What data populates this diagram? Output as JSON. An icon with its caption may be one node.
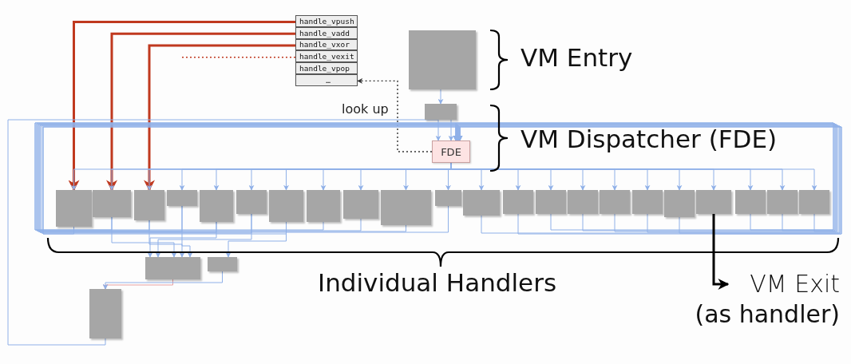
{
  "diagram": {
    "nodes": [
      {
        "text": [
          "handle_vpush"
        ]
      },
      {
        "text": [
          "handle_vadd"
        ]
      },
      {
        "text": [
          "handle_vxor"
        ]
      },
      {
        "text": [
          "handle_vexit"
        ]
      },
      {
        "text": [
          "handle_vpop"
        ]
      },
      {
        "text": [
          "…"
        ]
      },
      {
        "text": [],
        "shape": "box"
      },
      {
        "text": [],
        "shape": "box"
      },
      {
        "text": [
          "FDE"
        ]
      },
      {
        "text": [],
        "shape": "box"
      },
      {
        "text": [],
        "shape": "box"
      },
      {
        "text": [],
        "shape": "box"
      },
      {
        "text": [],
        "shape": "box"
      },
      {
        "text": [],
        "shape": "box"
      },
      {
        "text": [],
        "shape": "box"
      },
      {
        "text": [],
        "shape": "box"
      },
      {
        "text": [],
        "shape": "box"
      },
      {
        "text": [],
        "shape": "box"
      },
      {
        "text": [],
        "shape": "box"
      },
      {
        "text": [],
        "shape": "box"
      },
      {
        "text": [],
        "shape": "box"
      },
      {
        "text": [],
        "shape": "box"
      },
      {
        "text": [],
        "shape": "box"
      },
      {
        "text": [],
        "shape": "box"
      },
      {
        "text": [],
        "shape": "box"
      },
      {
        "text": [],
        "shape": "box"
      },
      {
        "text": [],
        "shape": "box"
      },
      {
        "text": [],
        "shape": "box"
      },
      {
        "text": [],
        "shape": "box"
      },
      {
        "text": [],
        "shape": "box"
      },
      {
        "text": [],
        "shape": "box"
      },
      {
        "text": [],
        "shape": "box"
      },
      {
        "text": [],
        "shape": "box"
      },
      {
        "text": [],
        "shape": "box"
      },
      {
        "text": [
          "VM Exit"
        ],
        "beside": [
          "(as handler)"
        ]
      }
    ],
    "edges": [
      {
        "from": 0,
        "to": 9,
        "arrow": "to",
        "style": "thick",
        "color": "#c0391f"
      },
      {
        "from": 1,
        "to": 10,
        "arrow": "to",
        "style": "thick",
        "color": "#c0391f"
      },
      {
        "from": 2,
        "to": 11,
        "arrow": "to",
        "style": "thick",
        "color": "#c0391f"
      },
      {
        "from": 3,
        "to": null,
        "arrow": "none",
        "style": "dashed",
        "color": "#c0391f"
      },
      {
        "from": 8,
        "to": 5,
        "arrow": "to",
        "style": "dashed",
        "color": "#333333",
        "label": "look up"
      },
      {
        "from": 6,
        "to": 7,
        "arrow": "to"
      },
      {
        "from": 7,
        "to": 8,
        "arrow": "to"
      },
      {
        "from": 8,
        "to": 9,
        "arrow": "to"
      },
      {
        "from": 8,
        "to": 10,
        "arrow": "to"
      },
      {
        "from": 8,
        "to": 11,
        "arrow": "to"
      },
      {
        "from": 8,
        "to": 12,
        "arrow": "to"
      },
      {
        "from": 8,
        "to": 13,
        "arrow": "to"
      },
      {
        "from": 8,
        "to": 14,
        "arrow": "to"
      },
      {
        "from": 8,
        "to": 15,
        "arrow": "to"
      },
      {
        "from": 8,
        "to": 16,
        "arrow": "to"
      },
      {
        "from": 8,
        "to": 17,
        "arrow": "to"
      },
      {
        "from": 8,
        "to": 18,
        "arrow": "to"
      },
      {
        "from": 8,
        "to": 19,
        "arrow": "to"
      },
      {
        "from": 8,
        "to": 20,
        "arrow": "to"
      },
      {
        "from": 8,
        "to": 21,
        "arrow": "to"
      },
      {
        "from": 8,
        "to": 22,
        "arrow": "to"
      },
      {
        "from": 8,
        "to": 23,
        "arrow": "to"
      },
      {
        "from": 8,
        "to": 24,
        "arrow": "to"
      },
      {
        "from": 8,
        "to": 25,
        "arrow": "to"
      },
      {
        "from": 8,
        "to": 26,
        "arrow": "to"
      },
      {
        "from": 8,
        "to": 27,
        "arrow": "to"
      },
      {
        "from": 8,
        "to": 28,
        "arrow": "to"
      },
      {
        "from": 8,
        "to": 29,
        "arrow": "to"
      },
      {
        "from": 8,
        "to": 30,
        "arrow": "to"
      },
      {
        "from": 9,
        "to": 8,
        "arrow": "to"
      },
      {
        "from": 10,
        "to": 8,
        "arrow": "to"
      },
      {
        "from": 11,
        "to": 8,
        "arrow": "to"
      },
      {
        "from": 12,
        "to": 8,
        "arrow": "to"
      },
      {
        "from": 13,
        "to": 8,
        "arrow": "to"
      },
      {
        "from": 14,
        "to": 8,
        "arrow": "to"
      },
      {
        "from": 15,
        "to": 8,
        "arrow": "to"
      },
      {
        "from": 16,
        "to": 8,
        "arrow": "to"
      },
      {
        "from": 17,
        "to": 8,
        "arrow": "to"
      },
      {
        "from": 18,
        "to": 8,
        "arrow": "to"
      },
      {
        "from": 19,
        "to": 8,
        "arrow": "to"
      },
      {
        "from": 20,
        "to": 8,
        "arrow": "to"
      },
      {
        "from": 21,
        "to": 8,
        "arrow": "to"
      },
      {
        "from": 22,
        "to": 8,
        "arrow": "to"
      },
      {
        "from": 23,
        "to": 8,
        "arrow": "to"
      },
      {
        "from": 24,
        "to": 8,
        "arrow": "to"
      },
      {
        "from": 25,
        "to": 8,
        "arrow": "to"
      },
      {
        "from": 26,
        "to": 8,
        "arrow": "to"
      },
      {
        "from": 27,
        "to": 8,
        "arrow": "to"
      },
      {
        "from": 28,
        "to": 8,
        "arrow": "to"
      },
      {
        "from": 29,
        "to": 8,
        "arrow": "to"
      },
      {
        "from": 30,
        "to": 8,
        "arrow": "to"
      },
      {
        "from": 10,
        "to": 31,
        "arrow": "to"
      },
      {
        "from": 11,
        "to": 31,
        "arrow": "to"
      },
      {
        "from": 12,
        "to": 31,
        "arrow": "to"
      },
      {
        "from": 13,
        "to": 31,
        "arrow": "to"
      },
      {
        "from": 14,
        "to": 31,
        "arrow": "to"
      },
      {
        "from": 15,
        "to": 32,
        "arrow": "to"
      },
      {
        "from": 31,
        "to": 33,
        "arrow": "to",
        "color": "#e8a0a0"
      },
      {
        "from": 32,
        "to": 33,
        "arrow": "to"
      },
      {
        "from": 33,
        "to": 8,
        "arrow": "to"
      },
      {
        "from": 27,
        "to": 34,
        "arrow": "to",
        "style": "thick",
        "color": "#000000"
      }
    ],
    "labels": [
      "VM Entry",
      "VM Dispatcher (FDE)",
      "Individual Handlers"
    ]
  }
}
